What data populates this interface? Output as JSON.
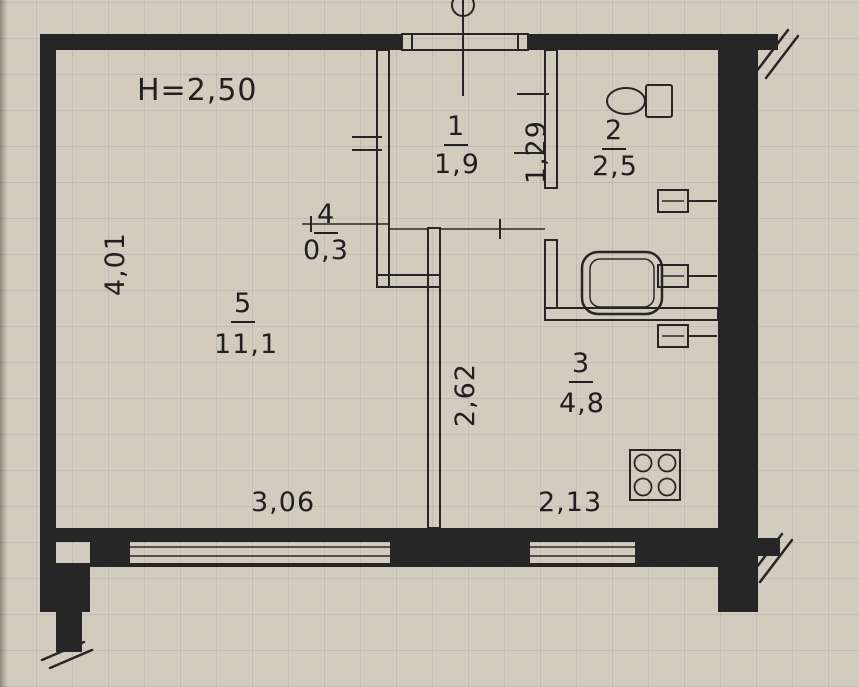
{
  "plan": {
    "ceiling_height_label": "H=2,50",
    "rooms": {
      "r1": {
        "number": "1",
        "area": "1,9"
      },
      "r2": {
        "number": "2",
        "area": "2,5"
      },
      "r3": {
        "number": "3",
        "area": "4,8"
      },
      "r4": {
        "number": "4",
        "area": "0,3"
      },
      "r5": {
        "number": "5",
        "area": "11,1"
      }
    },
    "dimensions": {
      "left_wall_height": "4,01",
      "bath_wall": "1,29",
      "kitchen_wall_height": "2,62",
      "room5_width": "3,06",
      "kitchen_width": "2,13"
    },
    "fixture_icons": [
      "toilet-icon",
      "bathtub-icon",
      "radiator-icon",
      "stove-icon",
      "gas-riser-icon",
      "window-symbol",
      "break-mark-icon"
    ],
    "colors": {
      "paper": "#d2ccbf",
      "ink": "#262626",
      "grid": "#7d8c96"
    }
  }
}
